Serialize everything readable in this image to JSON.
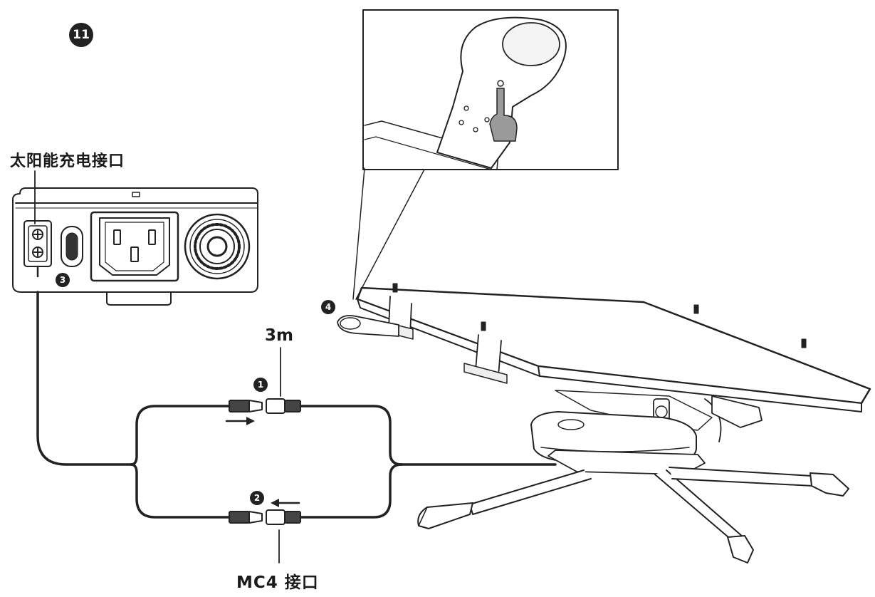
{
  "step_number": "11",
  "labels": {
    "solar_port": "太阳能充电接口",
    "cable_length": "3m",
    "mc4_port": "MC4 接口"
  },
  "callouts": {
    "one": "1",
    "two": "2",
    "three": "3",
    "four": "4"
  },
  "colors": {
    "line": "#222222",
    "fill_light": "#f4f4f4",
    "highlight_gray": "#9a9a9a",
    "background": "#ffffff"
  },
  "icons": {
    "direction_arrow": "arrow-right-icon",
    "direction_arrow_reverse": "arrow-left-icon"
  }
}
